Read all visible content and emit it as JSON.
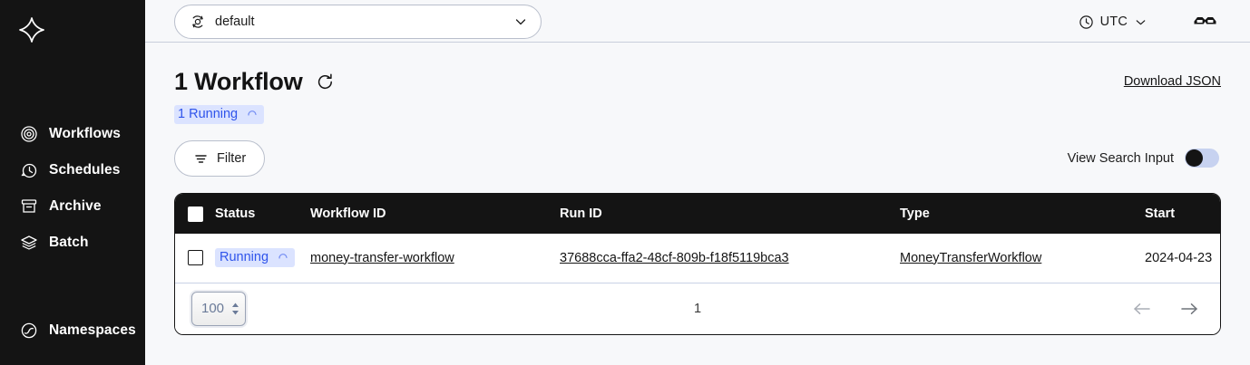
{
  "sidebar": {
    "logo_name": "temporal-logo",
    "primary_items": [
      {
        "label": "Workflows",
        "icon": "workflows-icon"
      },
      {
        "label": "Schedules",
        "icon": "schedules-icon"
      },
      {
        "label": "Archive",
        "icon": "archive-icon"
      },
      {
        "label": "Batch",
        "icon": "batch-icon"
      }
    ],
    "secondary_items": [
      {
        "label": "Namespaces",
        "icon": "namespaces-icon"
      }
    ]
  },
  "topbar": {
    "namespace_value": "default",
    "namespace_icon": "namespace-icon",
    "caret_icon": "chevron-down-icon",
    "timezone_label": "UTC",
    "clock_icon": "clock-icon",
    "timezone_caret_icon": "chevron-down-icon",
    "view_icon": "glasses-icon"
  },
  "header": {
    "title": "1 Workflow",
    "refresh_icon": "refresh-icon",
    "download_label": "Download JSON",
    "status_badge": {
      "label": "1 Running",
      "icon": "spinner-icon",
      "bg": "#dbe3ff",
      "fg": "#2f54eb"
    }
  },
  "controls": {
    "filter_label": "Filter",
    "filter_icon": "filter-icon",
    "toggle_label": "View Search Input",
    "toggle_state": "off"
  },
  "table": {
    "columns": [
      {
        "key": "select",
        "label": ""
      },
      {
        "key": "status",
        "label": "Status"
      },
      {
        "key": "workflow_id",
        "label": "Workflow ID"
      },
      {
        "key": "run_id",
        "label": "Run ID"
      },
      {
        "key": "type",
        "label": "Type"
      },
      {
        "key": "start",
        "label": "Start"
      }
    ],
    "rows": [
      {
        "status": "Running",
        "status_icon": "spinner-icon",
        "workflow_id": "money-transfer-workflow",
        "run_id": "37688cca-ffa2-48cf-809b-f18f5119bca3",
        "type": "MoneyTransferWorkflow",
        "start": "2024-04-23"
      }
    ]
  },
  "pagination": {
    "page_size": "100",
    "page_number": "1",
    "prev_icon": "arrow-left-icon",
    "next_icon": "arrow-right-icon"
  }
}
